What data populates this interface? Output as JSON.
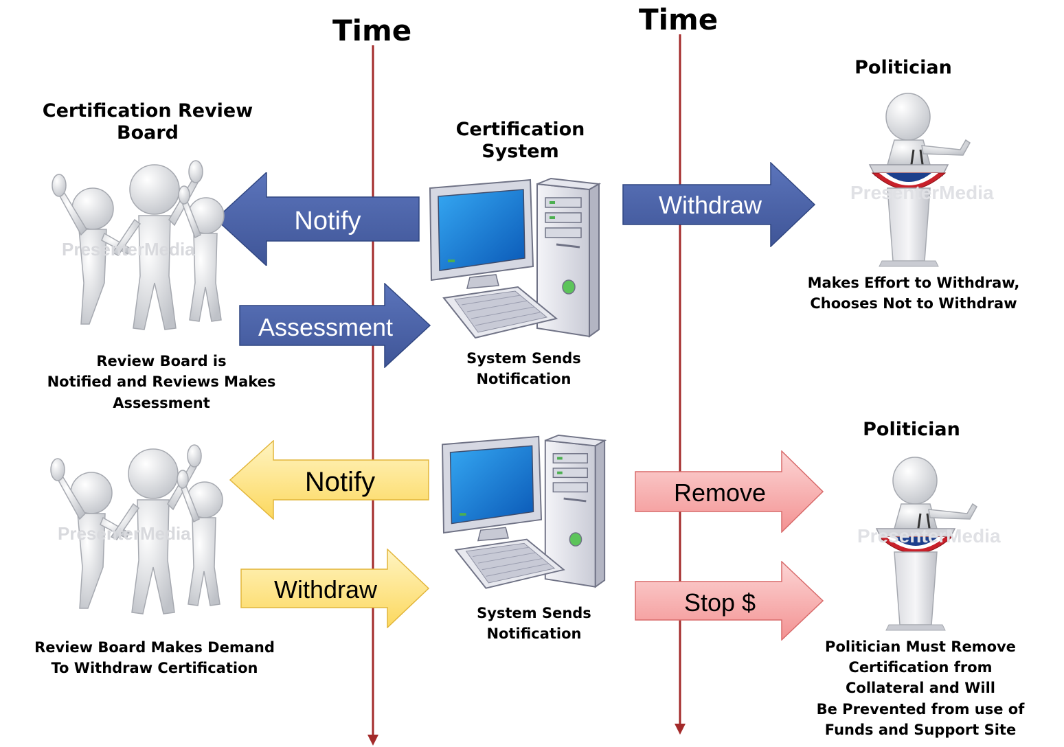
{
  "time_labels": [
    "Time",
    "Time"
  ],
  "top": {
    "board_title": "Certification Review\nBoard",
    "system_title": "Certification\nSystem",
    "politician_title": "Politician",
    "board_caption": "Review Board is\nNotified and Reviews Makes\nAssessment",
    "system_caption": "System Sends\nNotification",
    "politician_caption": "Makes Effort to Withdraw,\nChooses Not to Withdraw",
    "arrows": {
      "notify": "Notify",
      "assessment": "Assessment",
      "withdraw": "Withdraw"
    }
  },
  "bottom": {
    "politician_title": "Politician",
    "board_caption": "Review Board Makes Demand\nTo Withdraw Certification",
    "system_caption": "System Sends\nNotification",
    "politician_caption": "Politician Must Remove\nCertification from\nCollateral and Will\nBe Prevented from use of\nFunds and Support Site",
    "arrows": {
      "notify": "Notify",
      "withdraw": "Withdraw",
      "remove": "Remove",
      "stop": "Stop $"
    }
  },
  "watermark": "PresenterMedia",
  "colors": {
    "blue_arrow": "#4a62a8",
    "yellow_arrow": "#fde58a",
    "red_arrow": "#f7a4a4",
    "timeline": "#a32a2a"
  }
}
